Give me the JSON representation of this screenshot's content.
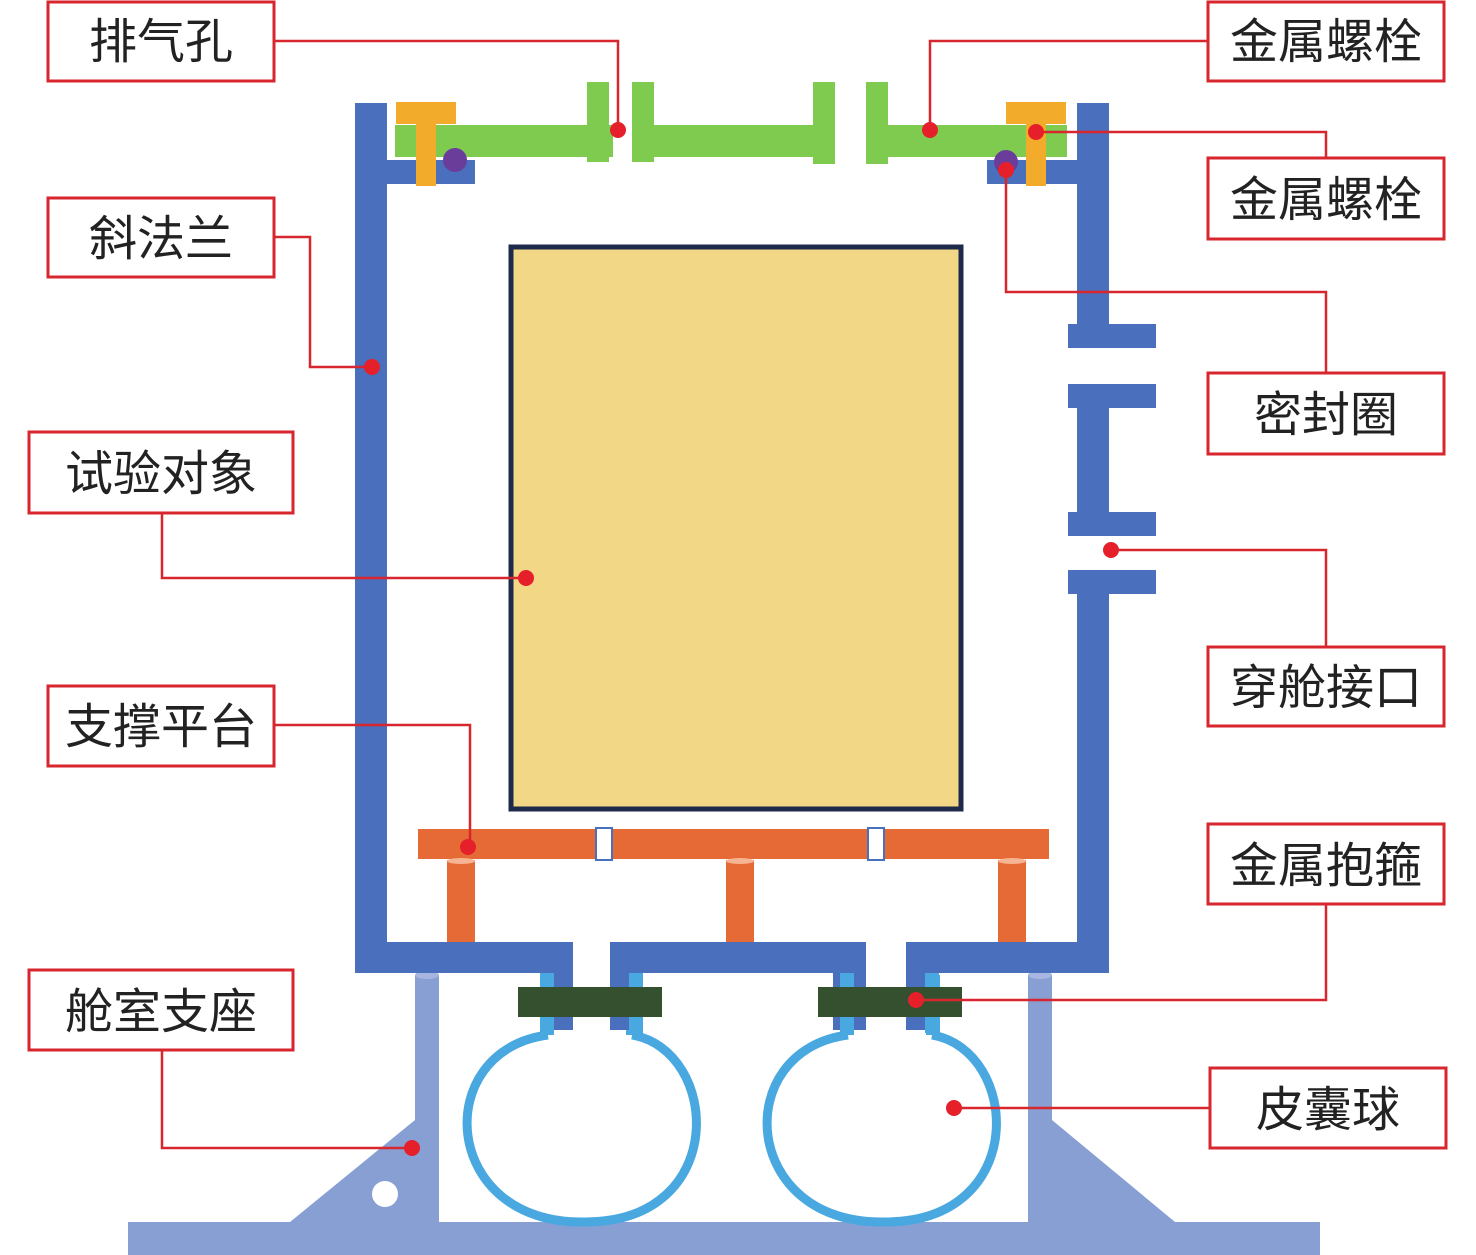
{
  "labels": {
    "exhaust_hole": "排气孔",
    "metal_bolt_top": "金属螺栓",
    "inclined_flange": "斜法兰",
    "metal_bolt_right": "金属螺栓",
    "test_object": "试验对象",
    "sealing_ring": "密封圈",
    "penetration_interface": "穿舱接口",
    "support_platform": "支撑平台",
    "metal_clamp": "金属抱箍",
    "cabin_support": "舱室支座",
    "bladder_ball": "皮囊球"
  },
  "colors": {
    "cabin_wall": "#4a6fbd",
    "lid": "#7ecb4f",
    "bolt": "#f2ab2b",
    "seal": "#6a3d9a",
    "test_object_fill": "#f2d786",
    "test_object_border": "#1e2a4a",
    "platform": "#e56a35",
    "clamp": "#34502e",
    "bladder": "#4aa8e0",
    "support": "#889fd4",
    "callout": "#d7262e"
  }
}
